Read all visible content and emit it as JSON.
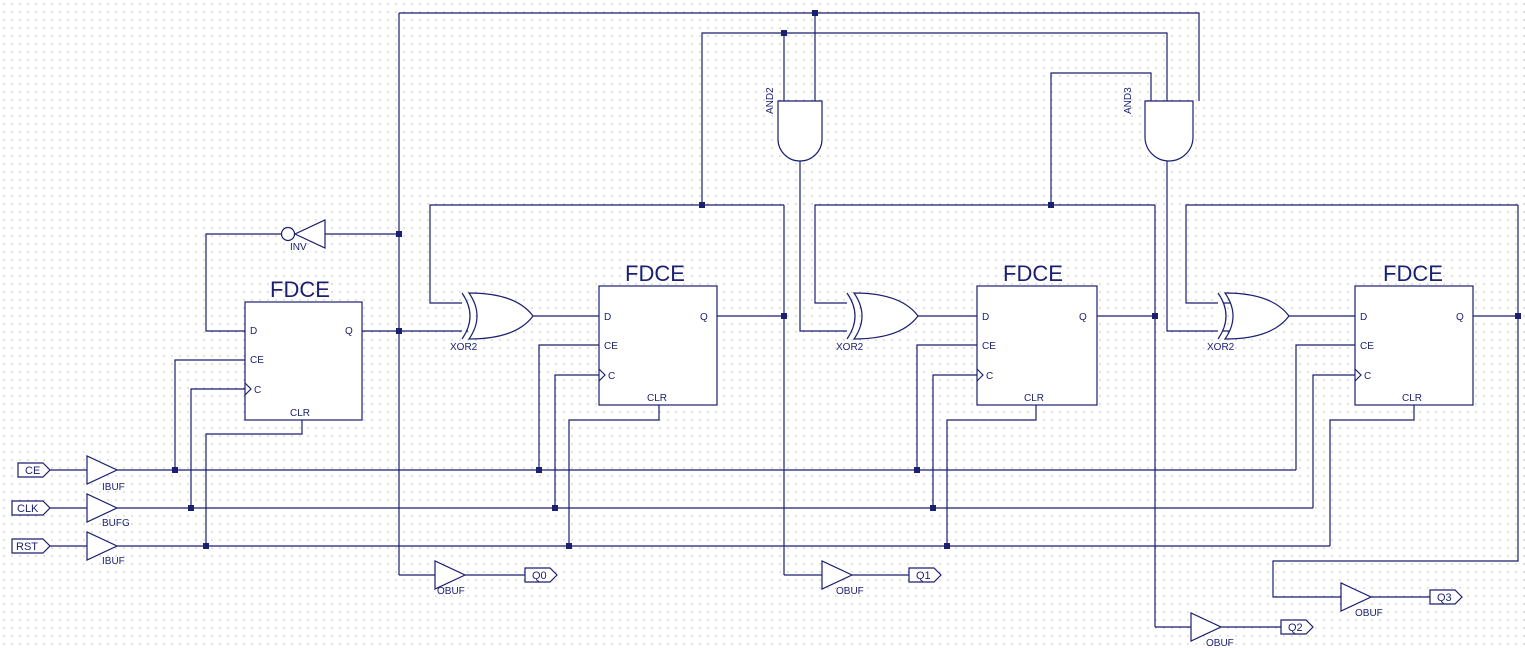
{
  "ports": {
    "in_ce": "CE",
    "in_clk": "CLK",
    "in_rst": "RST",
    "out_q0": "Q0",
    "out_q1": "Q1",
    "out_q2": "Q2",
    "out_q3": "Q3"
  },
  "buffers": {
    "ibuf_ce": "IBUF",
    "bufg_clk": "BUFG",
    "ibuf_rst": "IBUF",
    "obuf_q0": "OBUF",
    "obuf_q1": "OBUF",
    "obuf_q2": "OBUF",
    "obuf_q3": "OBUF"
  },
  "gates": {
    "inv": "INV",
    "xor_1": "XOR2",
    "xor_2": "XOR2",
    "xor_3": "XOR2",
    "and2": "AND2",
    "and3": "AND3"
  },
  "flipflops": [
    {
      "title": "FDCE",
      "pin_d": "D",
      "pin_ce": "CE",
      "pin_c": "C",
      "pin_q": "Q",
      "pin_clr": "CLR"
    },
    {
      "title": "FDCE",
      "pin_d": "D",
      "pin_ce": "CE",
      "pin_c": "C",
      "pin_q": "Q",
      "pin_clr": "CLR"
    },
    {
      "title": "FDCE",
      "pin_d": "D",
      "pin_ce": "CE",
      "pin_c": "C",
      "pin_q": "Q",
      "pin_clr": "CLR"
    },
    {
      "title": "FDCE",
      "pin_d": "D",
      "pin_ce": "CE",
      "pin_c": "C",
      "pin_q": "Q",
      "pin_clr": "CLR"
    }
  ],
  "colors": {
    "ink": "#1a1f70",
    "grid_dot": "#8a8a8a",
    "background": "#ffffff"
  }
}
